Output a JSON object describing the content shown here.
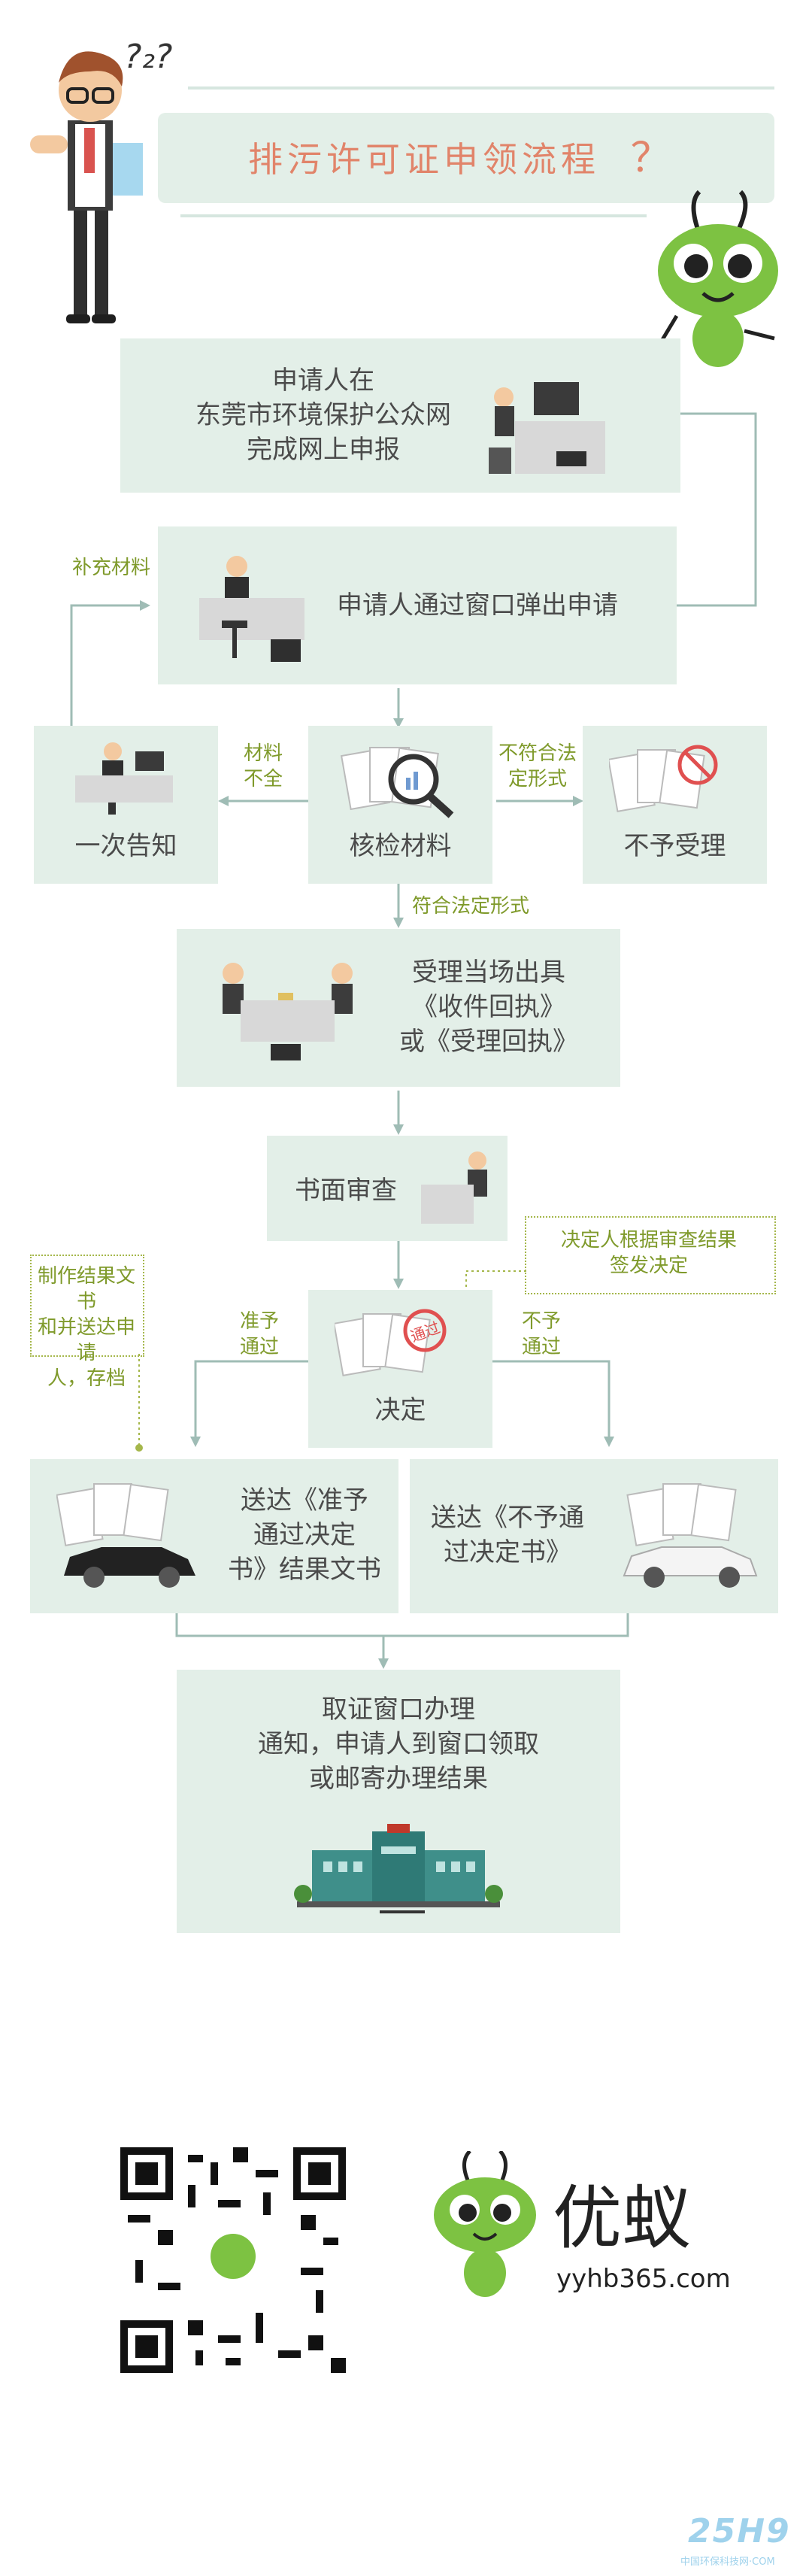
{
  "title": "排污许可证申领流程",
  "title_mark": "？",
  "header_qmarks": "?₂?",
  "steps": {
    "apply_online": "申请人在\n东莞市环境保护公众网\n完成网上申报",
    "window_apply": "申请人通过窗口弹出申请",
    "notify_once": "一次告知",
    "check_materials": "核检材料",
    "reject": "不予受理",
    "accept_receipt": "受理当场出具\n《收件回执》\n或《受理回执》",
    "written_review": "书面审查",
    "decision": "决定",
    "deliver_approve": "送达《准予\n通过决定\n书》结果文书",
    "deliver_reject": "送达《不予通\n过决定书》",
    "pickup": "取证窗口办理\n通知，申请人到窗口领取\n或邮寄办理结果"
  },
  "labels": {
    "supplement": "补充材料",
    "incomplete": "材料\n不全",
    "not_legal": "不符合法\n定形式",
    "legal_form": "符合法定形式",
    "decider_note": "决定人根据审查结果\n签发决定",
    "make_docs": "制作结果文书\n和并送达申请\n人，存档",
    "approve": "准予\n通过",
    "not_approve": "不予\n通过"
  },
  "stamp_text": "通过",
  "footer": {
    "brand_name": "优蚁",
    "brand_url": "yyhb365.com",
    "watermark": "25H9",
    "watermark_sub": "中国环保科技网·COM"
  },
  "colors": {
    "box_fill": "#e3efe8",
    "title_text": "#e1846a",
    "label_green": "#7f9a2b",
    "arrow": "#9fbcb5",
    "ant_green": "#7dc242"
  }
}
